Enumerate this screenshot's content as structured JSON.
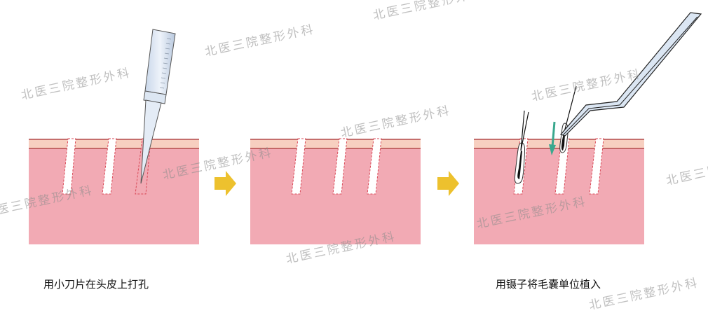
{
  "captions": {
    "step1": "用小刀片在头皮上打孔",
    "step3": "用镊子将毛囊单位植入"
  },
  "watermark": "北医三院整形外科",
  "colors": {
    "dermis": "#F2AAB4",
    "epidermis": "#F7CFC0",
    "skin_line": "#B44A4A",
    "hole_outline": "#D94A58",
    "arrow": "#EDC12E",
    "placement_arrow": "#3AA88E",
    "instrument": "#DCE7F4"
  },
  "panels": [
    {
      "id": "incision",
      "holes": 3,
      "tool": "scalpel-blade"
    },
    {
      "id": "holes-ready",
      "holes": 3,
      "tool": "none"
    },
    {
      "id": "implant",
      "holes": 3,
      "tool": "forceps",
      "grafts_placed": 1
    }
  ]
}
